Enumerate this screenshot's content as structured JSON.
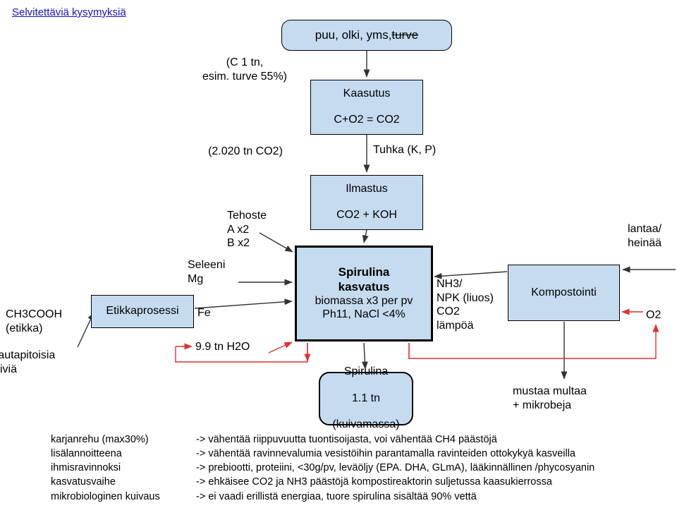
{
  "header": {
    "link_text": "Selvitettäviä kysymyksiä",
    "link_color": "#1414c8"
  },
  "colors": {
    "box_fill": "#c5dbef",
    "box_stroke": "#000000",
    "arrow_black": "#333333",
    "arrow_red": "#e03030",
    "text": "#000000"
  },
  "boxes": {
    "feedstock": {
      "text_main": "puu, olki, yms, ",
      "text_struck": "turve"
    },
    "kaasutus": {
      "line1": "Kaasutus",
      "line2": "C+O2 = CO2"
    },
    "ilmastus": {
      "line1": "Ilmastus",
      "line2": "CO2 + KOH"
    },
    "spirulina_kasvatus": {
      "title1": "Spirulina",
      "title2": "kasvatus",
      "sub1": "biomassa x3 per pv",
      "sub2": "Ph11, NaCl <4%"
    },
    "etikkaprosessi": {
      "label": "Etikkaprosessi"
    },
    "kompostointi": {
      "label": "Kompostointi"
    },
    "spirulina_output": {
      "line1": "Spirulina",
      "line2": "1.1 tn",
      "line3": "(kuivamassa)"
    }
  },
  "labels": {
    "c_1tn": "(C 1 tn,\nesim. turve 55%)",
    "co2_tn": "(2.020 tn CO2)",
    "tuhka": "Tuhka  (K, P)",
    "tehoste": "Tehoste\nA x2\nB x2",
    "seleeni_mg": "Seleeni\nMg",
    "ch3cooh": "CH3COOH\n(etikka)",
    "rautapitoisia": "rautapitoisia\nkiviä",
    "fe": "Fe",
    "h2o": "9.9 tn  H2O",
    "nh3_group": "NH3/\nNPK (liuos)\nCO2\nlämpöä",
    "lantaa": "lantaa/\nheinää",
    "o2": "O2",
    "mustaa_multaa": "mustaa multaa\n+ mikrobeja"
  },
  "notes": {
    "rows": [
      {
        "term": "karjanrehu (max30%)",
        "effect": "-> vähentää riippuvuutta tuontisoijasta, voi vähentää CH4 päästöjä"
      },
      {
        "term": "lisälannoitteena",
        "effect": "-> vähentää ravinnevalumia vesistöihin parantamalla ravinteiden ottokykyä kasveilla"
      },
      {
        "term": "ihmisravinnoksi",
        "effect": "-> prebiootti, proteiini, <30g/pv, leväöljy (EPA. DHA, GLmA), lääkinnällinen /phycosyanin"
      },
      {
        "term": "kasvatusvaihe",
        "effect": "-> ehkäisee CO2 ja NH3 päästöjä kompostireaktorin suljetussa kaasukierrossa"
      },
      {
        "term": "mikrobiologinen kuivaus",
        "effect": "-> ei vaadi erillistä energiaa, tuore spirulina sisältää 90% vettä"
      }
    ]
  }
}
